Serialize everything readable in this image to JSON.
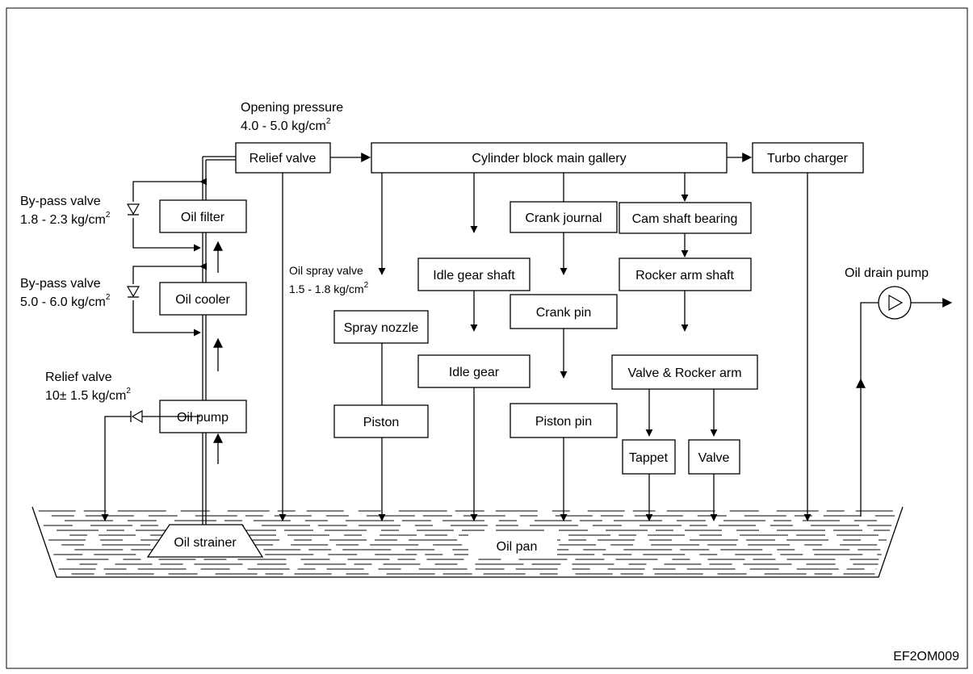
{
  "boxes": {
    "relief_valve_top": "Relief valve",
    "main_gallery": "Cylinder block main gallery",
    "turbo_charger": "Turbo charger",
    "oil_filter": "Oil filter",
    "oil_cooler": "Oil cooler",
    "oil_pump": "Oil pump",
    "crank_journal": "Crank journal",
    "cam_shaft_bearing": "Cam shaft bearing",
    "idle_gear_shaft": "Idle gear shaft",
    "rocker_arm_shaft": "Rocker arm shaft",
    "spray_nozzle": "Spray nozzle",
    "crank_pin": "Crank pin",
    "idle_gear": "Idle gear",
    "valve_rocker_arm": "Valve & Rocker arm",
    "piston": "Piston",
    "piston_pin": "Piston pin",
    "tappet": "Tappet",
    "valve": "Valve",
    "oil_strainer": "Oil strainer"
  },
  "labels": {
    "opening_pressure": "Opening pressure",
    "opening_pressure_value": "4.0 - 5.0 kg/cm",
    "bypass1_title": "By-pass valve",
    "bypass1_value": "1.8 - 2.3 kg/cm",
    "bypass2_title": "By-pass valve",
    "bypass2_value": "5.0 - 6.0 kg/cm",
    "relief_low_title": "Relief valve",
    "relief_low_value": "10± 1.5 kg/cm",
    "oil_spray_title": "Oil spray valve",
    "oil_spray_value": "1.5 - 1.8 kg/cm",
    "oil_drain_pump": "Oil drain pump",
    "oil_pan": "Oil pan",
    "squared": "2",
    "figure_code": "EF2OM009"
  }
}
